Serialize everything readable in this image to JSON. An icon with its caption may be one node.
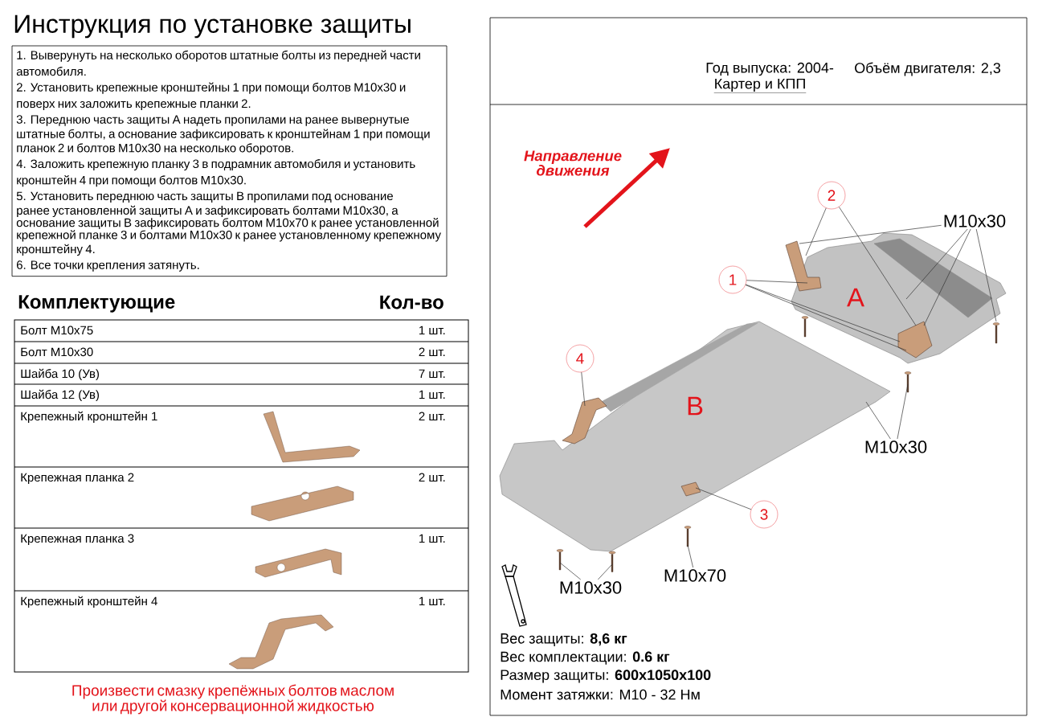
{
  "diagram": {
    "title": "Инструкция по установке защиты",
    "nodes": [
      {
        "text": [
          "2"
        ]
      },
      {
        "text": [
          "M10x30"
        ]
      },
      {
        "text": [
          "1"
        ]
      },
      {
        "text": [
          "4"
        ]
      },
      {
        "text": [
          "M10x30"
        ]
      },
      {
        "text": [
          "3"
        ]
      },
      {
        "text": [
          "M10x30"
        ]
      },
      {
        "text": [
          "M10x70"
        ]
      },
      {
        "text": [],
        "shape": "picture"
      },
      {
        "text": [],
        "shape": "picture"
      },
      {
        "text": [],
        "shape": "picture"
      },
      {
        "text": [],
        "shape": "picture",
        "in": 8
      },
      {
        "text": [],
        "shape": "picture"
      },
      {
        "text": [],
        "shape": "picture",
        "in": 9
      },
      {
        "text": [],
        "shape": "bar"
      },
      {
        "text": [],
        "shape": "bar"
      },
      {
        "text": [],
        "shape": "bar"
      },
      {
        "text": [],
        "shape": "bar"
      },
      {
        "text": [],
        "shape": "bar"
      },
      {
        "text": [],
        "shape": "bar"
      }
    ],
    "edges": [
      {
        "from": 0,
        "to": 10,
        "arrow": "none"
      },
      {
        "from": 0,
        "to": 11,
        "arrow": "none"
      },
      {
        "from": 1,
        "to": 10,
        "arrow": "none"
      },
      {
        "from": 1,
        "to": 8,
        "arrow": "none"
      },
      {
        "from": 1,
        "to": 11,
        "arrow": "none"
      },
      {
        "from": 1,
        "to": 16,
        "arrow": "none"
      },
      {
        "from": 2,
        "to": 10,
        "arrow": "none"
      },
      {
        "from": 2,
        "to": 11,
        "arrow": "none"
      },
      {
        "from": 2,
        "to": 11,
        "arrow": "none"
      },
      {
        "from": 3,
        "to": 12,
        "arrow": "none"
      },
      {
        "from": 4,
        "to": 9,
        "arrow": "none"
      },
      {
        "from": 4,
        "to": 15,
        "arrow": "none"
      },
      {
        "from": 5,
        "to": 13,
        "arrow": "none"
      },
      {
        "from": 6,
        "to": 17,
        "arrow": "none"
      },
      {
        "from": 6,
        "to": 18,
        "arrow": "none"
      },
      {
        "from": 7,
        "to": 19,
        "arrow": "none"
      }
    ],
    "labels": [
      "1. Выверунуть на несколько оборотов штатные болты из передней части автомобиля.",
      "2. Установить крепежные кронштейны 1 при помощи болтов M10x30 и поверх них заложить крепежные планки 2.",
      "3. Переднюю часть защиты A надеть пропилами на ранее вывернутые штатные болты, а основание зафиксировать к кронштейнам 1 при помощи планок 2 и болтов M10x30 на несколько оборотов.",
      "4. Заложить крепежную планку 3 в подрамник автомобиля и установить кронштейн 4 при помощи болтов M10x30.",
      "5. Установить переднюю часть защиты B пропилами под основание ранее установленной защиты A и зафиксировать болтами M10x30, а основание защиты B зафиксировать болтом M10x70 к ранее установленной крепежной планке 3 и болтами M10x30 к ранее установленному крепежному кронштейну 4.",
      "6. Все точки крепления затянуть.",
      "Комплектующие",
      "Кол-во",
      "Болт M10x75",
      "1 шт.",
      "Болт M10x30",
      "2 шт.",
      "Шайба 10 (Ув)",
      "7 шт.",
      "Шайба 12 (Ув)",
      "1 шт.",
      "Крепежный кронштейн 1",
      "2 шт.",
      "Крепежная планка 2",
      "2 шт.",
      "Крепежная планка 3",
      "1 шт.",
      "Крепежный кронштейн 4",
      "1 шт.",
      "Произвести смазку крепёжных болтов маслом или другой консервационной жидкостью",
      "Год выпуска: 2004-",
      "Объём двигателя: 2,3",
      "Картер и КПП",
      "Направление движения",
      "A",
      "B",
      "Вес защиты: **8,6 кг**",
      "Вес комплектации: **0.6 кг**",
      "Размер защиты: **600x1050x100**",
      "Момент затяжки:  M10 - 32 Нм"
    ]
  }
}
